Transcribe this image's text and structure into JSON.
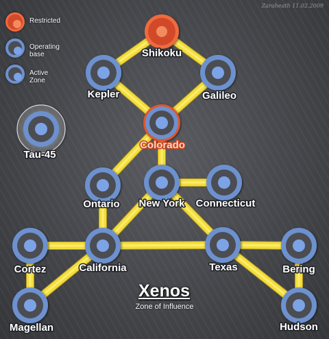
{
  "signature": "Zaraheath 11.02.2009",
  "legend": [
    {
      "label": "Restricted",
      "kind": "restricted"
    },
    {
      "label": "Operating base",
      "kind": "base"
    },
    {
      "label": "Active Zone",
      "kind": "zone"
    }
  ],
  "title": "Xenos",
  "subtitle": "Zone of Influence",
  "nodes": [
    {
      "id": "shikoku",
      "label": "Shikoku",
      "kind": "restricted"
    },
    {
      "id": "kepler",
      "label": "Kepler",
      "kind": "zone"
    },
    {
      "id": "galileo",
      "label": "Galileo",
      "kind": "zone"
    },
    {
      "id": "colorado",
      "label": "Colorado",
      "kind": "restricted-base"
    },
    {
      "id": "tau45",
      "label": "Tau-45",
      "kind": "isolated"
    },
    {
      "id": "ontario",
      "label": "Ontario",
      "kind": "zone"
    },
    {
      "id": "newyork",
      "label": "New York",
      "kind": "zone"
    },
    {
      "id": "connecticut",
      "label": "Connecticut",
      "kind": "zone"
    },
    {
      "id": "cortez",
      "label": "Cortez",
      "kind": "zone"
    },
    {
      "id": "california",
      "label": "California",
      "kind": "zone"
    },
    {
      "id": "texas",
      "label": "Texas",
      "kind": "zone"
    },
    {
      "id": "bering",
      "label": "Bering",
      "kind": "zone"
    },
    {
      "id": "magellan",
      "label": "Magellan",
      "kind": "zone"
    },
    {
      "id": "hudson",
      "label": "Hudson",
      "kind": "zone"
    }
  ],
  "edges": [
    [
      "shikoku",
      "kepler"
    ],
    [
      "shikoku",
      "galileo"
    ],
    [
      "kepler",
      "colorado"
    ],
    [
      "galileo",
      "colorado"
    ],
    [
      "colorado",
      "ontario"
    ],
    [
      "colorado",
      "newyork"
    ],
    [
      "newyork",
      "connecticut"
    ],
    [
      "newyork",
      "california"
    ],
    [
      "newyork",
      "texas"
    ],
    [
      "ontario",
      "california"
    ],
    [
      "cortez",
      "california"
    ],
    [
      "california",
      "texas"
    ],
    [
      "texas",
      "bering"
    ],
    [
      "cortez",
      "magellan"
    ],
    [
      "california",
      "magellan"
    ],
    [
      "texas",
      "hudson"
    ],
    [
      "bering",
      "hudson"
    ]
  ],
  "colors": {
    "link": "#f2dd3c",
    "link_edge": "#fff07a",
    "restricted": "#d24a2a",
    "restricted_ring": "#f06a3e",
    "zone_ring": "#6d91cf",
    "zone_core": "#7ba3e6",
    "node_body": "#4c4d52"
  }
}
